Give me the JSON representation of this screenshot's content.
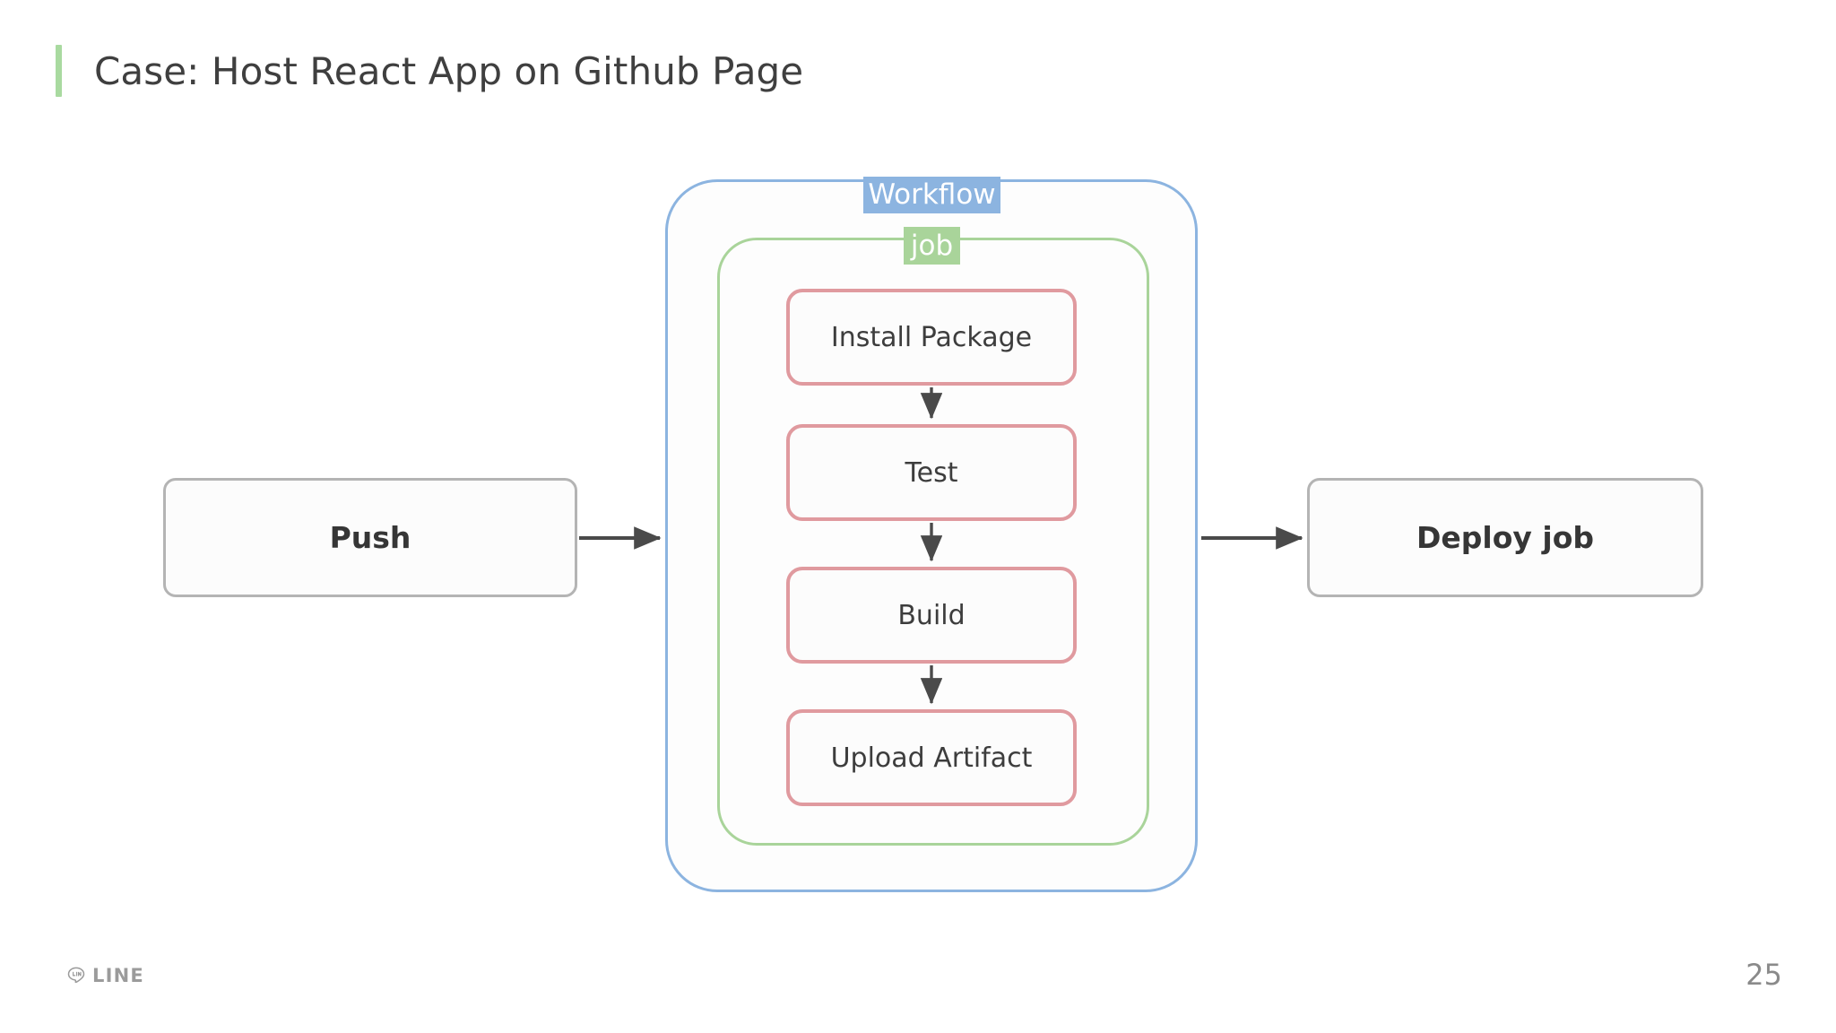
{
  "slide": {
    "title": "Case: Host React App on Github Page",
    "accent_color": "#a9daa0",
    "page_number": "25"
  },
  "footer": {
    "logo_text": "LINE",
    "logo_icon": "line-speech-bubble-icon",
    "logo_color": "#9b9b9b"
  },
  "diagram": {
    "type": "flowchart",
    "containers": [
      {
        "id": "workflow",
        "label": "Workflow",
        "border_color": "#8cb4e0",
        "label_bg": "#8cb4e0",
        "label_text_color": "#ffffff"
      },
      {
        "id": "job",
        "label": "job",
        "border_color": "#a9d49a",
        "label_bg": "#a9d49a",
        "label_text_color": "#ffffff"
      }
    ],
    "steps": [
      {
        "id": "install-package",
        "label": "Install Package"
      },
      {
        "id": "test",
        "label": "Test"
      },
      {
        "id": "build",
        "label": "Build"
      },
      {
        "id": "upload-artifact",
        "label": "Upload Artifact"
      }
    ],
    "step_border_color": "#e09a9f",
    "outer_nodes": [
      {
        "id": "push",
        "label": "Push"
      },
      {
        "id": "deploy-job",
        "label": "Deploy job"
      }
    ],
    "outer_node_border_color": "#b4b4b4",
    "arrow_color": "#4a4a4a",
    "edges": [
      {
        "from": "push",
        "to": "workflow"
      },
      {
        "from": "install-package",
        "to": "test"
      },
      {
        "from": "test",
        "to": "build"
      },
      {
        "from": "build",
        "to": "upload-artifact"
      },
      {
        "from": "workflow",
        "to": "deploy-job"
      }
    ]
  }
}
